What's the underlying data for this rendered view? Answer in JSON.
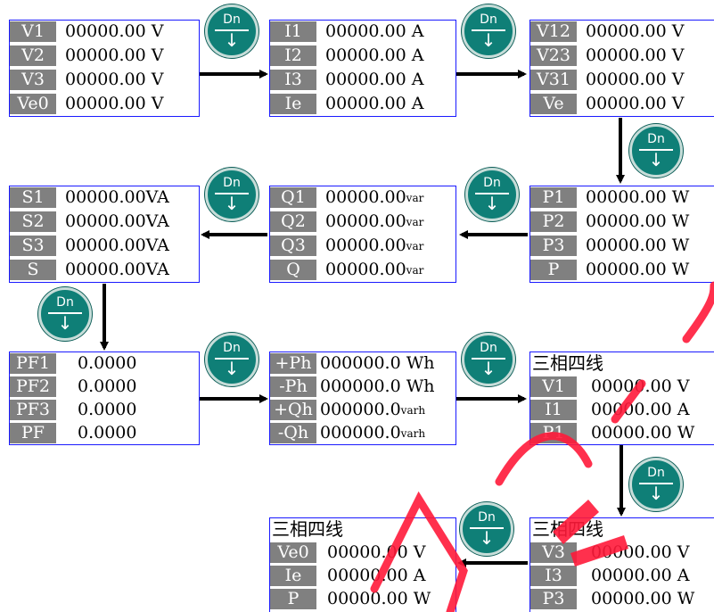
{
  "dn_label": "Dn",
  "dn_arrow": "↓",
  "title_3p4w": "三相四线",
  "screens": [
    {
      "rows": [
        [
          "V1",
          "00000.00 V"
        ],
        [
          "V2",
          "00000.00 V"
        ],
        [
          "V3",
          "00000.00 V"
        ],
        [
          "Ve0",
          "00000.00 V"
        ]
      ]
    },
    {
      "rows": [
        [
          "I1",
          "00000.00 A"
        ],
        [
          "I2",
          "00000.00 A"
        ],
        [
          "I3",
          "00000.00 A"
        ],
        [
          "Ie",
          "00000.00 A"
        ]
      ]
    },
    {
      "rows": [
        [
          "V12",
          "00000.00 V"
        ],
        [
          "V23",
          "00000.00 V"
        ],
        [
          "V31",
          "00000.00 V"
        ],
        [
          "Ve",
          "00000.00 V"
        ]
      ]
    },
    {
      "rows": [
        [
          "S1",
          "00000.00VA"
        ],
        [
          "S2",
          "00000.00VA"
        ],
        [
          "S3",
          "00000.00VA"
        ],
        [
          "S",
          "00000.00VA"
        ]
      ]
    },
    {
      "rows": [
        [
          "Q1",
          "00000.00"
        ],
        [
          "Q2",
          "00000.00"
        ],
        [
          "Q3",
          "00000.00"
        ],
        [
          "Q",
          "00000.00"
        ]
      ],
      "unit": "var"
    },
    {
      "rows": [
        [
          "P1",
          "00000.00 W"
        ],
        [
          "P2",
          "00000.00 W"
        ],
        [
          "P3",
          "00000.00 W"
        ],
        [
          "P",
          "00000.00 W"
        ]
      ]
    },
    {
      "rows": [
        [
          "PF1",
          "0.0000"
        ],
        [
          "PF2",
          "0.0000"
        ],
        [
          "PF3",
          "0.0000"
        ],
        [
          "PF",
          "0.0000"
        ]
      ]
    },
    {
      "rows": [
        [
          "+Ph",
          "000000.0 Wh"
        ],
        [
          "-Ph",
          "000000.0 Wh"
        ],
        [
          "+Qh",
          "000000.0"
        ],
        [
          "-Qh",
          "000000.0"
        ]
      ],
      "unit34": "varh"
    },
    {
      "title": "三相四线",
      "rows": [
        [
          "V1",
          "00000.00 V"
        ],
        [
          "I1",
          "00000.00 A"
        ],
        [
          "P1",
          "00000.00 W"
        ]
      ]
    },
    {
      "title": "三相四线",
      "rows": [
        [
          "V3",
          "00000.00 V"
        ],
        [
          "I3",
          "00000.00 A"
        ],
        [
          "P3",
          "00000.00 W"
        ]
      ]
    },
    {
      "title": "三相四线",
      "rows": [
        [
          "Ve0",
          "00000.00 V"
        ],
        [
          "Ie",
          "00000.00 A"
        ],
        [
          "P",
          "00000.00 W"
        ]
      ]
    }
  ]
}
